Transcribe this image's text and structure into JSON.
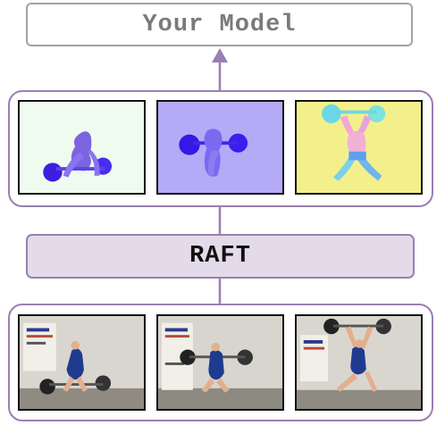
{
  "diagram": {
    "top_box_label": "Your Model",
    "middle_box_label": "RAFT",
    "colors": {
      "accent": "#9a7fb3",
      "raft_fill": "#e3dbea",
      "model_border": "#a3a3a3",
      "model_text": "#7a7a7a",
      "flow_bg_1": "#eefbee",
      "flow_bg_2": "#b4aaf6",
      "flow_bg_3": "#f3f08c"
    },
    "flow_images": [
      {
        "name": "optical-flow-1"
      },
      {
        "name": "optical-flow-2"
      },
      {
        "name": "optical-flow-3"
      }
    ],
    "frame_images": [
      {
        "name": "video-frame-1"
      },
      {
        "name": "video-frame-2"
      },
      {
        "name": "video-frame-3"
      }
    ]
  }
}
